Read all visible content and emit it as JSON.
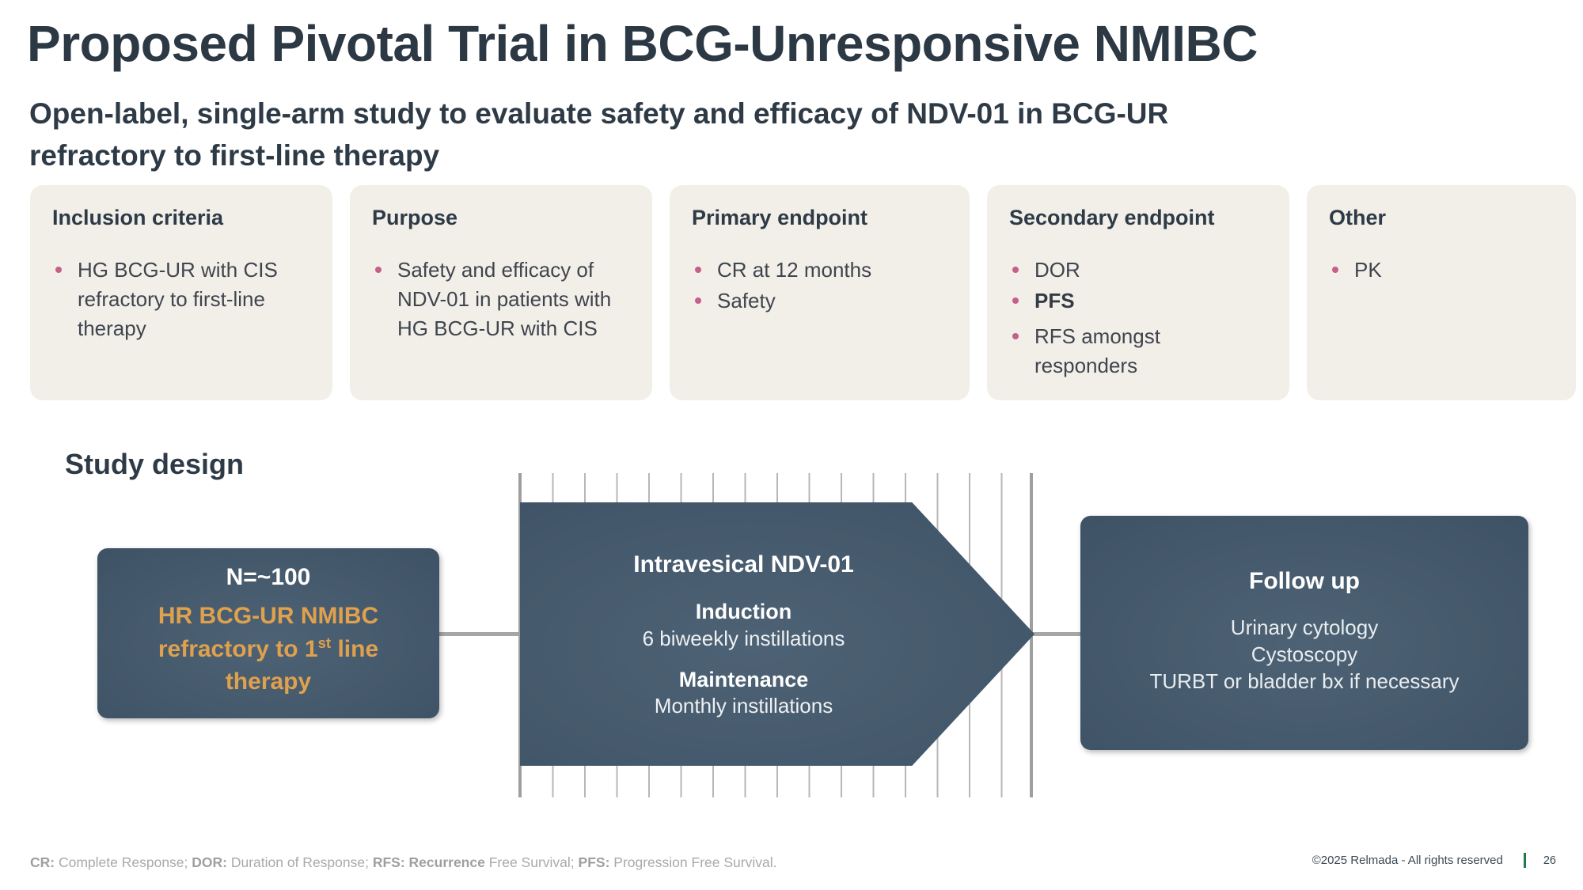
{
  "slide": {
    "title": "Proposed Pivotal Trial in BCG-Unresponsive NMIBC",
    "subtitle_line1": "Open-label, single-arm study to evaluate safety and efficacy of NDV-01 in BCG-UR",
    "subtitle_line2": "refractory to first-line therapy"
  },
  "cards": [
    {
      "title": "Inclusion criteria",
      "bullets": [
        "HG BCG-UR with CIS refractory to first-line therapy"
      ]
    },
    {
      "title": "Purpose",
      "bullets": [
        "Safety and efficacy of NDV-01 in patients with HG BCG-UR with CIS"
      ]
    },
    {
      "title": "Primary endpoint",
      "bullets": [
        "CR at 12 months",
        "Safety"
      ]
    },
    {
      "title": "Secondary endpoint",
      "bullets": [
        "DOR",
        "PFS",
        "RFS amongst responders"
      ]
    },
    {
      "title": "Other",
      "bullets": [
        "PK"
      ]
    }
  ],
  "study_design": {
    "heading": "Study design",
    "population_box": {
      "n_label": "N=~100",
      "desc_pre": "HR BCG-UR NMIBC refractory to 1",
      "desc_sup": "st",
      "desc_post": " line therapy"
    },
    "arrow": {
      "title": "Intravesical NDV-01",
      "phase1_label": "Induction",
      "phase1_detail": "6 biweekly instillations",
      "phase2_label": "Maintenance",
      "phase2_detail": "Monthly instillations"
    },
    "followup_box": {
      "title": "Follow up",
      "line1": "Urinary cytology",
      "line2": "Cystoscopy",
      "line3": "TURBT or bladder bx if necessary"
    }
  },
  "footer": {
    "abbr": [
      {
        "text": "CR:"
      },
      {
        "text": " Complete Response; "
      },
      {
        "text": "DOR:"
      },
      {
        "text": " Duration of Response; "
      },
      {
        "text": "RFS: Recurrence"
      },
      {
        "text": " Free Survival; "
      },
      {
        "text": "PFS:"
      },
      {
        "text": " Progression Free Survival."
      }
    ],
    "copyright": "©2025 Relmada - All rights reserved",
    "page_number": "26"
  },
  "colors": {
    "dark_slate_text": "#2E3B47",
    "box_slate": "#46596B",
    "card_beige": "#F2EFE9",
    "accent_orange": "#DFA14E",
    "bullet_pink": "#C4608A",
    "line_gray": "#A6A6A6",
    "footer_gray": "#A9A9A9",
    "divider_green": "#1F7A48"
  }
}
